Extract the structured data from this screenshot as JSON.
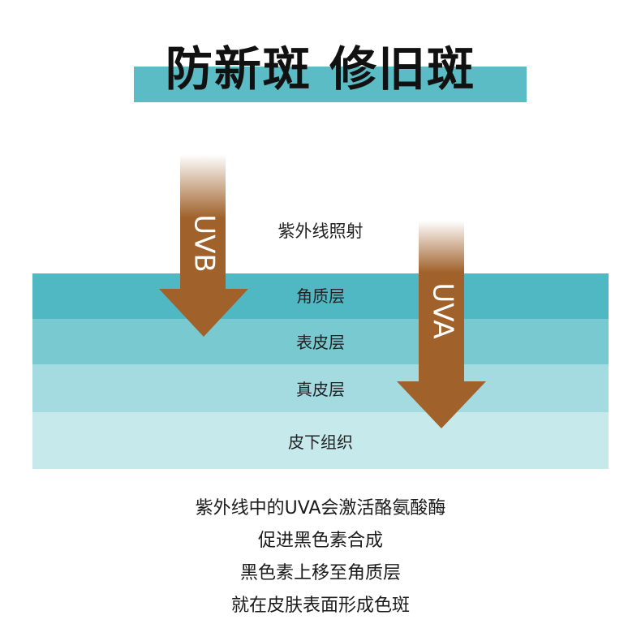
{
  "title": "防新斑 修旧斑",
  "rays": {
    "caption": "紫外线照射",
    "uvb_label": "UVB",
    "uva_label": "UVA"
  },
  "layers": [
    {
      "label": "角质层",
      "color": "#4fb8c3"
    },
    {
      "label": "表皮层",
      "color": "#79c9d1"
    },
    {
      "label": "真皮层",
      "color": "#a3dbe0"
    },
    {
      "label": "皮下组织",
      "color": "#c6e9ec"
    }
  ],
  "arrow_color": "#a0612a",
  "explanation": [
    "紫外线中的UVA会激活酪氨酸酶",
    "促进黑色素合成",
    "黑色素上移至角质层",
    "就在皮肤表面形成色斑"
  ]
}
